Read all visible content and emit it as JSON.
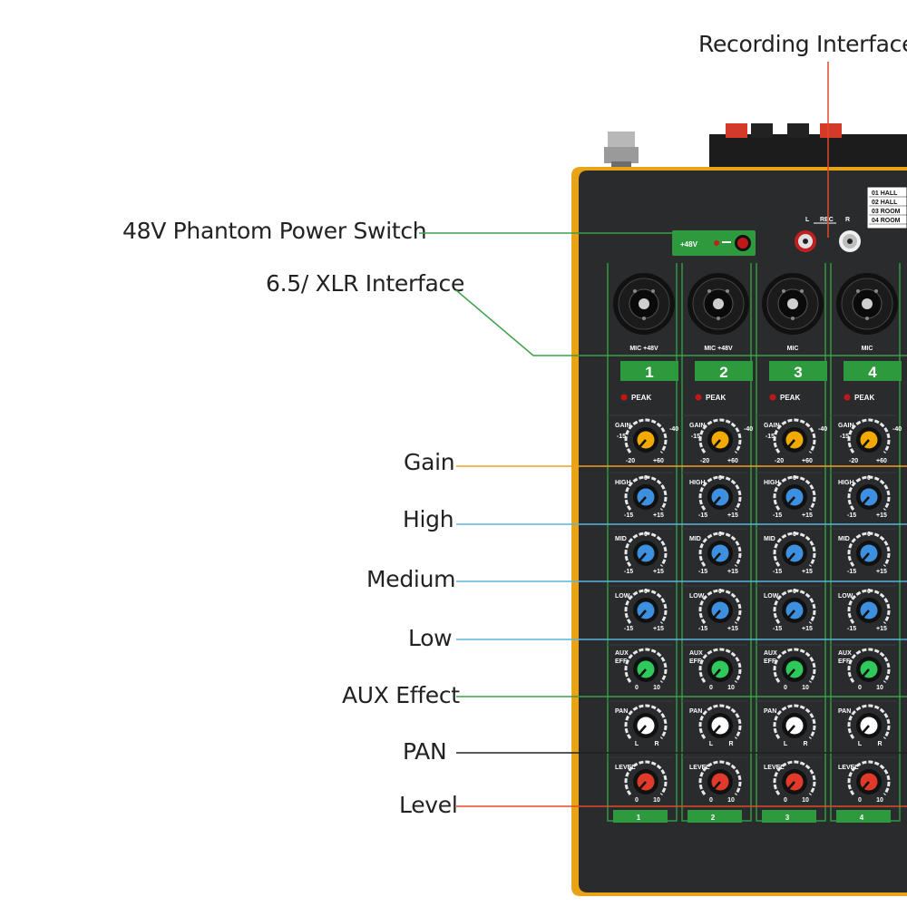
{
  "callouts": {
    "recording_interface": "Recording Interface",
    "phantom_power_switch": "48V Phantom Power Switch",
    "xlr_interface": "6.5/ XLR Interface",
    "gain": "Gain",
    "high": "High",
    "medium": "Medium",
    "low": "Low",
    "aux_effect": "AUX Effect",
    "pan": "PAN",
    "level": "Level"
  },
  "panel": {
    "phantom_label": "+48V",
    "rec_labels": [
      "L",
      "REC",
      "R"
    ],
    "effects_list": [
      "01  HALL",
      "02  HALL",
      "03  ROOM",
      "04  ROOM"
    ],
    "channels": [
      {
        "number": "1",
        "input_label": "MIC +48V"
      },
      {
        "number": "2",
        "input_label": "MIC +48V"
      },
      {
        "number": "3",
        "input_label": "MIC"
      },
      {
        "number": "4",
        "input_label": "MIC"
      }
    ],
    "peak": "PEAK",
    "gain": {
      "name": "GAIN",
      "scale": [
        "-15",
        "-40",
        "-20",
        "+60"
      ]
    },
    "high": {
      "name": "HIGH",
      "scale": [
        "0",
        "-15",
        "+15"
      ]
    },
    "mid": {
      "name": "MID",
      "scale": [
        "0",
        "-15",
        "+15"
      ]
    },
    "low": {
      "name": "LOW",
      "scale": [
        "0",
        "-15",
        "+15"
      ]
    },
    "aux": {
      "name": [
        "AUX",
        "EFF"
      ],
      "scale": [
        "0",
        "10"
      ]
    },
    "pan": {
      "name": "PAN",
      "scale": [
        "L",
        "R"
      ]
    },
    "level": {
      "name": "LEVEL",
      "scale": [
        "0",
        "10"
      ]
    }
  },
  "colors": {
    "gain_knob": "#f2a900",
    "eq_knob": "#3d8fe0",
    "aux_knob": "#2fc85a",
    "pan_knob": "#ffffff",
    "level_knob": "#e23a2a",
    "panel_green": "#2e9a3e",
    "chassis": "#2a2b2d",
    "trim": "#e8a317",
    "line_orange": "#f0a020",
    "line_blue": "#5ab4e0",
    "line_green": "#3aa04a",
    "line_black": "#222222",
    "line_red": "#e04a2a"
  }
}
